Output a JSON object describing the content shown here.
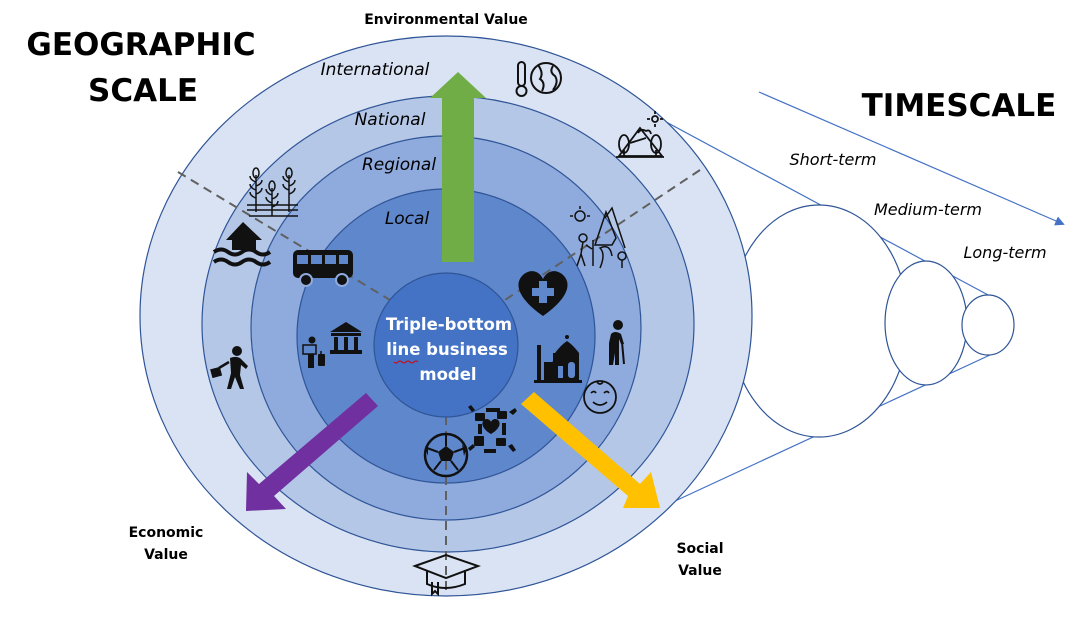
{
  "titles": {
    "geographic_line1": "GEOGRAPHIC",
    "geographic_line2": "SCALE",
    "timescale": "TIMESCALE"
  },
  "values": {
    "environmental": "Environmental Value",
    "economic_line1": "Economic",
    "economic_line2": "Value",
    "social_line1": "Social",
    "social_line2": "Value"
  },
  "rings": {
    "international": "International",
    "national": "National",
    "regional": "Regional",
    "local": "Local"
  },
  "center": {
    "line1": "Triple-bottom",
    "line2": "line business",
    "line3": "model"
  },
  "timescale_terms": {
    "short": "Short-term",
    "medium": "Medium-term",
    "long": "Long-term"
  },
  "colors": {
    "ring_international": "#dae3f3",
    "ring_national": "#b4c7e7",
    "ring_regional": "#8faadc",
    "ring_local": "#5f87cb",
    "center": "#4472c4",
    "outline": "#2f5597",
    "arrow_environmental": "#70ad47",
    "arrow_economic": "#7030a0",
    "arrow_social": "#ffc000",
    "timescale_line": "#4472c4"
  },
  "icons": [
    "thermometer-globe-icon",
    "mountain-sun-icon",
    "hiker-mountain-icon",
    "crops-icon",
    "flood-house-icon",
    "bus-icon",
    "tourist-museum-icon",
    "traveler-walking-icon",
    "heart-health-icon",
    "elderly-person-icon",
    "mosque-icon",
    "baby-face-icon",
    "football-icon",
    "hands-heart-icon",
    "graduation-cap-icon"
  ]
}
